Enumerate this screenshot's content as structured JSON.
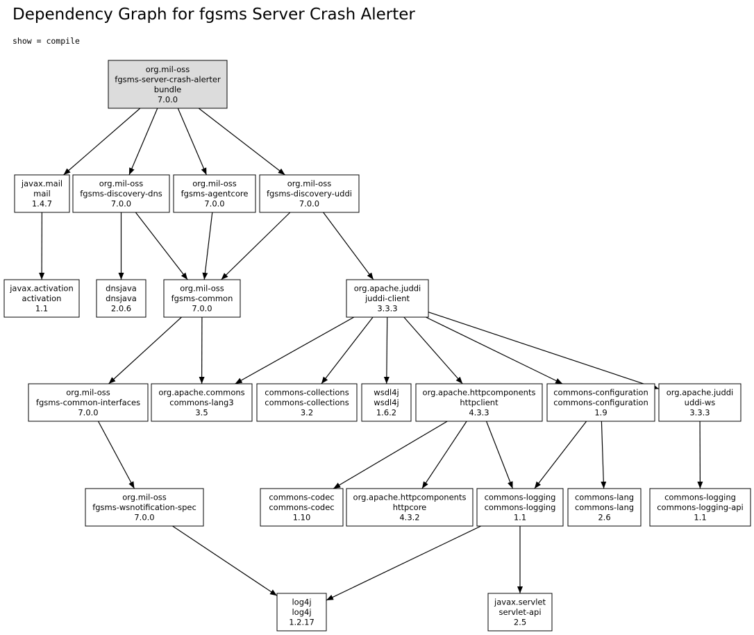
{
  "title": "Dependency Graph for fgsms Server Crash Alerter",
  "filter": "show = compile",
  "colors": {
    "root_fill": "#dcdcdc",
    "node_fill": "#ffffff",
    "line": "#000000"
  },
  "nodes": [
    {
      "id": "root",
      "lines": [
        "org.mil-oss",
        "fgsms-server-crash-alerter",
        "bundle",
        "7.0.0"
      ],
      "root": true
    },
    {
      "id": "mail",
      "lines": [
        "javax.mail",
        "mail",
        "1.4.7"
      ]
    },
    {
      "id": "dns",
      "lines": [
        "org.mil-oss",
        "fgsms-discovery-dns",
        "7.0.0"
      ]
    },
    {
      "id": "agentcore",
      "lines": [
        "org.mil-oss",
        "fgsms-agentcore",
        "7.0.0"
      ]
    },
    {
      "id": "uddi",
      "lines": [
        "org.mil-oss",
        "fgsms-discovery-uddi",
        "7.0.0"
      ]
    },
    {
      "id": "activation",
      "lines": [
        "javax.activation",
        "activation",
        "1.1"
      ]
    },
    {
      "id": "dnsjava",
      "lines": [
        "dnsjava",
        "dnsjava",
        "2.0.6"
      ]
    },
    {
      "id": "common",
      "lines": [
        "org.mil-oss",
        "fgsms-common",
        "7.0.0"
      ]
    },
    {
      "id": "juddiclient",
      "lines": [
        "org.apache.juddi",
        "juddi-client",
        "3.3.3"
      ]
    },
    {
      "id": "commoninterfaces",
      "lines": [
        "org.mil-oss",
        "fgsms-common-interfaces",
        "7.0.0"
      ]
    },
    {
      "id": "lang3",
      "lines": [
        "org.apache.commons",
        "commons-lang3",
        "3.5"
      ]
    },
    {
      "id": "collections",
      "lines": [
        "commons-collections",
        "commons-collections",
        "3.2"
      ]
    },
    {
      "id": "wsdl4j",
      "lines": [
        "wsdl4j",
        "wsdl4j",
        "1.6.2"
      ]
    },
    {
      "id": "httpclient",
      "lines": [
        "org.apache.httpcomponents",
        "httpclient",
        "4.3.3"
      ]
    },
    {
      "id": "configuration",
      "lines": [
        "commons-configuration",
        "commons-configuration",
        "1.9"
      ]
    },
    {
      "id": "uddiws",
      "lines": [
        "org.apache.juddi",
        "uddi-ws",
        "3.3.3"
      ]
    },
    {
      "id": "wsnotification",
      "lines": [
        "org.mil-oss",
        "fgsms-wsnotification-spec",
        "7.0.0"
      ]
    },
    {
      "id": "codec",
      "lines": [
        "commons-codec",
        "commons-codec",
        "1.10"
      ]
    },
    {
      "id": "httpcore",
      "lines": [
        "org.apache.httpcomponents",
        "httpcore",
        "4.3.2"
      ]
    },
    {
      "id": "logging",
      "lines": [
        "commons-logging",
        "commons-logging",
        "1.1"
      ]
    },
    {
      "id": "lang",
      "lines": [
        "commons-lang",
        "commons-lang",
        "2.6"
      ]
    },
    {
      "id": "loggingapi",
      "lines": [
        "commons-logging",
        "commons-logging-api",
        "1.1"
      ]
    },
    {
      "id": "log4j",
      "lines": [
        "log4j",
        "log4j",
        "1.2.17"
      ]
    },
    {
      "id": "servlet",
      "lines": [
        "javax.servlet",
        "servlet-api",
        "2.5"
      ]
    }
  ],
  "edges": [
    [
      "root",
      "mail"
    ],
    [
      "root",
      "dns"
    ],
    [
      "root",
      "agentcore"
    ],
    [
      "root",
      "uddi"
    ],
    [
      "mail",
      "activation"
    ],
    [
      "dns",
      "dnsjava"
    ],
    [
      "dns",
      "common"
    ],
    [
      "agentcore",
      "common"
    ],
    [
      "uddi",
      "common"
    ],
    [
      "uddi",
      "juddiclient"
    ],
    [
      "common",
      "commoninterfaces"
    ],
    [
      "common",
      "lang3"
    ],
    [
      "juddiclient",
      "lang3"
    ],
    [
      "juddiclient",
      "collections"
    ],
    [
      "juddiclient",
      "wsdl4j"
    ],
    [
      "juddiclient",
      "httpclient"
    ],
    [
      "juddiclient",
      "configuration"
    ],
    [
      "juddiclient",
      "uddiws"
    ],
    [
      "commoninterfaces",
      "wsnotification"
    ],
    [
      "httpclient",
      "codec"
    ],
    [
      "httpclient",
      "httpcore"
    ],
    [
      "httpclient",
      "logging"
    ],
    [
      "configuration",
      "logging"
    ],
    [
      "configuration",
      "lang"
    ],
    [
      "uddiws",
      "loggingapi"
    ],
    [
      "wsnotification",
      "log4j"
    ],
    [
      "logging",
      "log4j"
    ],
    [
      "logging",
      "servlet"
    ]
  ]
}
